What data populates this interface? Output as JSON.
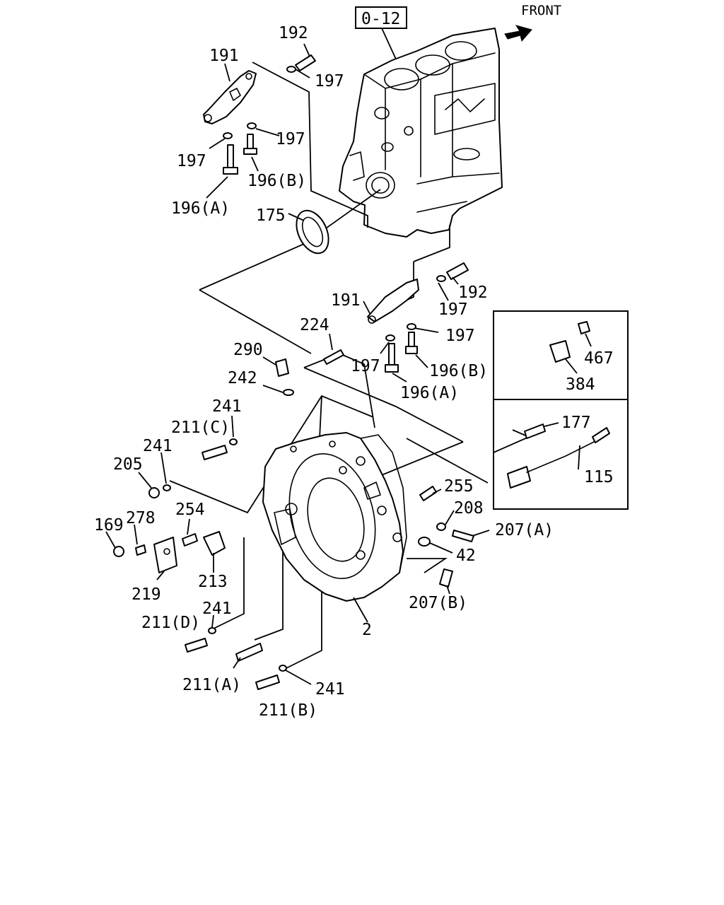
{
  "diagram": {
    "ref_box": "0-12",
    "front_label": "FRONT",
    "parts": {
      "p192a": "192",
      "p191a": "191",
      "p197a": "197",
      "p197b": "197",
      "p197c": "197",
      "p196b_a": "196(B)",
      "p196a_a": "196(A)",
      "p175": "175",
      "p191b": "191",
      "p192b": "192",
      "p197d": "197",
      "p197e": "197",
      "p197f": "197",
      "p196b_b": "196(B)",
      "p196a_b": "196(A)",
      "p224": "224",
      "p290": "290",
      "p242": "242",
      "p241a": "241",
      "p211c": "211(C)",
      "p241b": "241",
      "p205": "205",
      "p467": "467",
      "p384": "384",
      "p177": "177",
      "p115": "115",
      "p255": "255",
      "p208": "208",
      "p207a": "207(A)",
      "p42": "42",
      "p207b": "207(B)",
      "p254": "254",
      "p278": "278",
      "p169": "169",
      "p219": "219",
      "p213": "213",
      "p241c": "241",
      "p211d": "211(D)",
      "p2": "2",
      "p211a": "211(A)",
      "p241d": "241",
      "p211b": "211(B)"
    }
  }
}
